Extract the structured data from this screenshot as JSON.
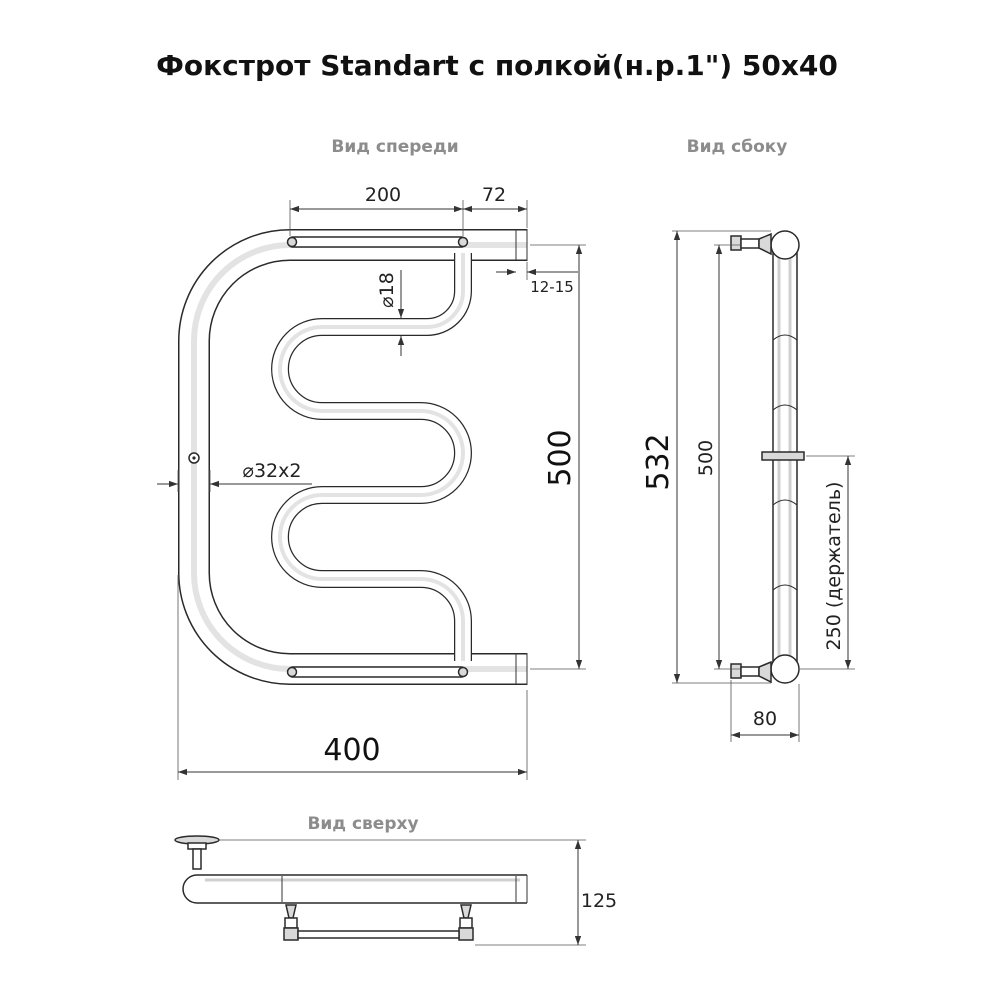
{
  "title": "Фокстрот Standart с полкой(н.р.1\") 50x40",
  "views": {
    "front": "Вид спереди",
    "side": "Вид сбоку",
    "top": "Вид сверху"
  },
  "dimensions": {
    "front_shelf_length": "200",
    "front_offset": "72",
    "connection_gap": "12-15",
    "inner_tube_diameter": "⌀18",
    "main_tube_diameter": "⌀32x2",
    "center_distance": "500",
    "total_width": "400",
    "side_total_height": "532",
    "side_center_distance": "500",
    "holder_height": "250 (держатель)",
    "side_depth": "80",
    "top_depth": "125"
  }
}
